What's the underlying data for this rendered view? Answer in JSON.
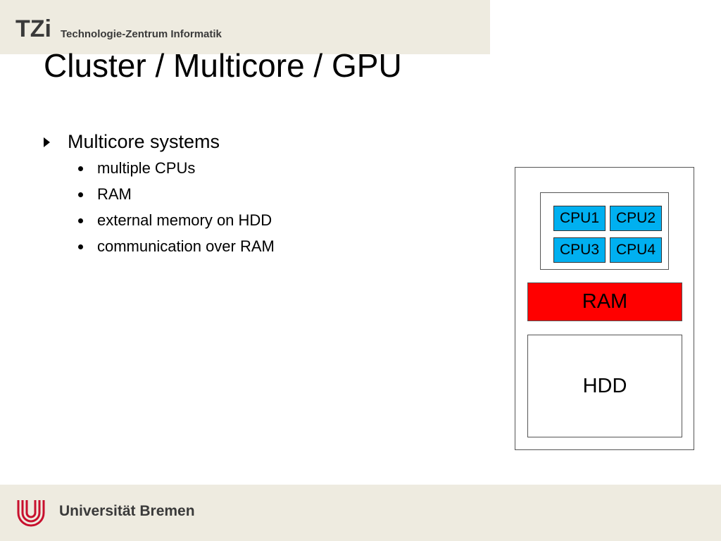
{
  "header": {
    "logo_text": "TZi",
    "subtitle": "Technologie-Zentrum Informatik"
  },
  "slide": {
    "title": "Cluster / Multicore / GPU",
    "bullets": [
      {
        "text": "Multicore systems",
        "sub": [
          "multiple CPUs",
          "RAM",
          "external memory on HDD",
          "communication over RAM"
        ]
      }
    ]
  },
  "diagram": {
    "cpus": [
      "CPU1",
      "CPU2",
      "CPU3",
      "CPU4"
    ],
    "ram": "RAM",
    "hdd": "HDD"
  },
  "footer": {
    "university": "Universität Bremen"
  },
  "colors": {
    "band": "#eeebe0",
    "cpu": "#00b0f0",
    "ram": "#ff0000",
    "logo_red": "#c8102e"
  }
}
